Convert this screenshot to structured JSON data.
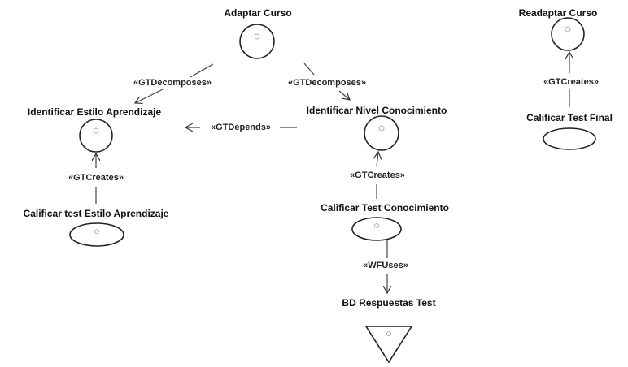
{
  "nodes": {
    "adaptar_curso": "Adaptar Curso",
    "readaptar_curso": "Readaptar Curso",
    "identificar_estilo": "Identificar Estilo Aprendizaje",
    "identificar_nivel": "Identificar Nivel Conocimiento",
    "calificar_test_final": "Calificar Test Final",
    "calificar_test_estilo": "Calificar test Estilo Aprendizaje",
    "calificar_test_conocimiento": "Calificar Test Conocimiento",
    "bd_respuestas": "BD Respuestas Test"
  },
  "edges": {
    "decomposes_left": "«GTDecomposes»",
    "decomposes_right": "«GTDecomposes»",
    "depends": "«GTDepends»",
    "creates_estilo": "«GTCreates»",
    "creates_nivel": "«GTCreates»",
    "creates_final": "«GTCreates»",
    "wfuses": "«WFUses»"
  }
}
